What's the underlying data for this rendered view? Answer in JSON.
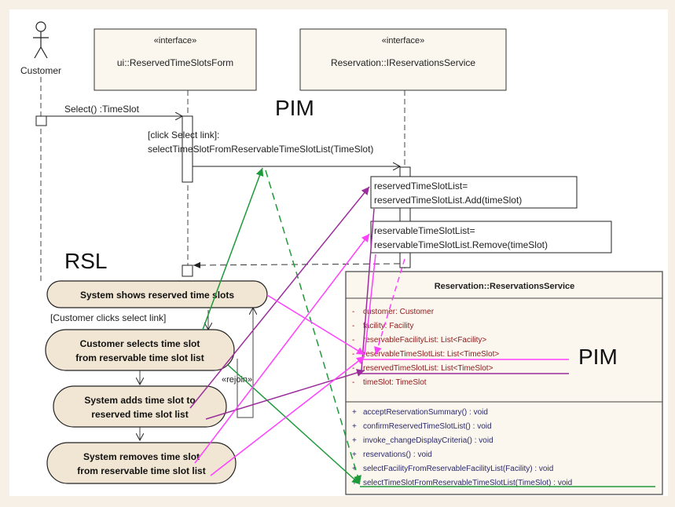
{
  "actor": {
    "name": "Customer"
  },
  "lifelines": [
    {
      "stereotype": "«interface»",
      "name": "ui::ReservedTimeSlotsForm"
    },
    {
      "stereotype": "«interface»",
      "name": "Reservation::IReservationsService"
    }
  ],
  "messages": {
    "select": "Select() :TimeSlot",
    "guard": "[click Select link]:",
    "call": "selectTimeSlotFromReservableTimeSlotList(TimeSlot)"
  },
  "notes": [
    {
      "line1": "reservedTimeSlotList=",
      "line2": "reservedTimeSlotList.Add(timeSlot)"
    },
    {
      "line1": "reservableTimeSlotList=",
      "line2": "reservableTimeSlotList.Remove(timeSlot)"
    }
  ],
  "labels": {
    "pim_top": "PIM",
    "rsl": "RSL",
    "pim_class": "PIM"
  },
  "rsl": {
    "step1": "System shows reserved time slots",
    "guard": "[Customer clicks select link]",
    "step2_line1": "Customer selects time slot",
    "step2_line2": "from reservable time slot list",
    "step3_line1": "System adds time slot to",
    "step3_line2": "reserved time slot list",
    "step4_line1": "System removes time slot",
    "step4_line2": "from reservable time slot list",
    "rejoin": "«rejoin»"
  },
  "class_box": {
    "title": "Reservation::ReservationsService",
    "attributes": [
      {
        "vis": "-",
        "text": "customer:  Customer"
      },
      {
        "vis": "-",
        "text": "facility:  Facility"
      },
      {
        "vis": "-",
        "text": "reservableFacilityList:  List<Facility>"
      },
      {
        "vis": "-",
        "text": "reservableTimeSlotList:  List<TimeSlot>"
      },
      {
        "vis": "-",
        "text": "reservedTimeSlotList:  List<TimeSlot>"
      },
      {
        "vis": "-",
        "text": "timeSlot:  TimeSlot"
      }
    ],
    "operations": [
      {
        "vis": "+",
        "text": "acceptReservationSummary() : void"
      },
      {
        "vis": "+",
        "text": "confirmReservedTimeSlotList() : void"
      },
      {
        "vis": "+",
        "text": "invoke_changeDisplayCriteria() : void"
      },
      {
        "vis": "+",
        "text": "reservations() : void"
      },
      {
        "vis": "+",
        "text": "selectFacilityFromReservableFacilityList(Facility) : void"
      },
      {
        "vis": "+",
        "text": "selectTimeSlotFromReservableTimeSlotList(TimeSlot) : void"
      }
    ]
  },
  "colors": {
    "green": "#1e9a3a",
    "purple": "#9b2d9b",
    "magenta": "#ff40ff",
    "attr_text": "#8b1a1a",
    "class_bg": "#fbf6ee"
  }
}
